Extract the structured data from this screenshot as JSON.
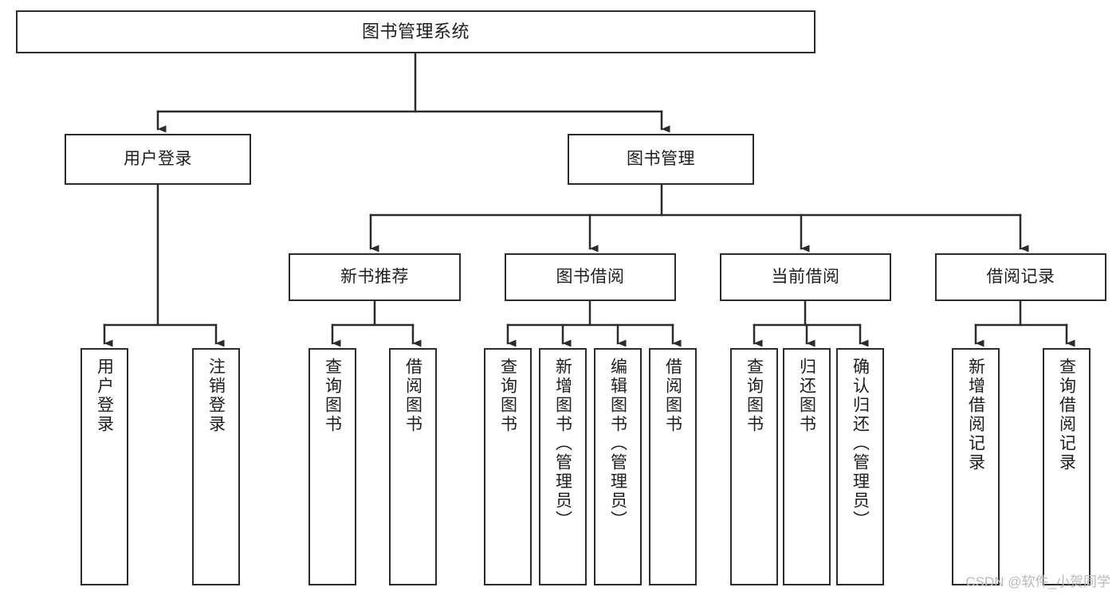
{
  "diagram": {
    "type": "tree-hierarchy",
    "title": "图书管理系统",
    "orientation": "top-down",
    "colors": {
      "box_border": "#2b2b2b",
      "box_fill": "#ffffff",
      "connector": "#2b2b2b",
      "text": "#1d1d1d",
      "watermark": "#b9b9b9",
      "background": "#ffffff"
    },
    "root": {
      "label": "图书管理系统"
    },
    "level2": [
      {
        "label": "用户登录"
      },
      {
        "label": "图书管理"
      }
    ],
    "level3": [
      {
        "label": "新书推荐"
      },
      {
        "label": "图书借阅"
      },
      {
        "label": "当前借阅"
      },
      {
        "label": "借阅记录"
      }
    ],
    "leaves": {
      "user_login": [
        {
          "label": "用户登录"
        },
        {
          "label": "注销登录"
        }
      ],
      "new_book_recommend": [
        {
          "label": "查询图书"
        },
        {
          "label": "借阅图书"
        }
      ],
      "book_borrow": [
        {
          "label": "查询图书"
        },
        {
          "label": "新增图书（管理员）"
        },
        {
          "label": "编辑图书（管理员）"
        },
        {
          "label": "借阅图书"
        }
      ],
      "current_borrow": [
        {
          "label": "查询图书"
        },
        {
          "label": "归还图书"
        },
        {
          "label": "确认归还（管理员）"
        }
      ],
      "borrow_record": [
        {
          "label": "新增借阅记录"
        },
        {
          "label": "查询借阅记录"
        }
      ]
    },
    "watermark": "CSDN @软件_小贺同学"
  }
}
